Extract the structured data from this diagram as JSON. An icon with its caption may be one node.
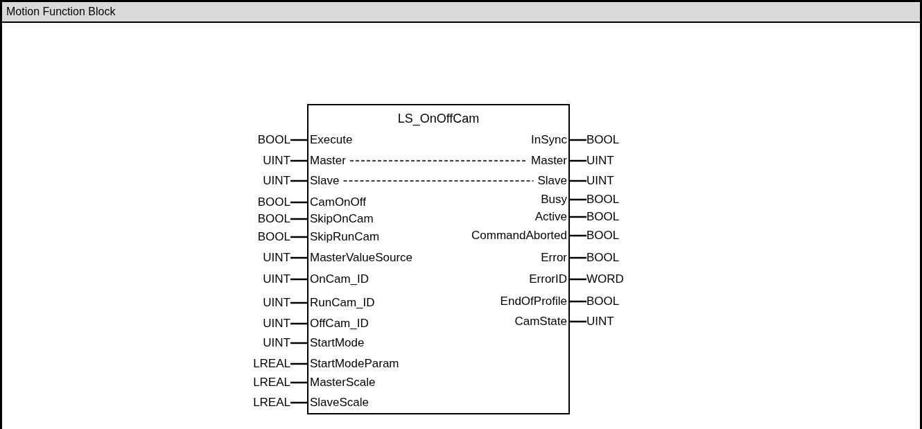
{
  "diagram": {
    "title": "Motion Function Block",
    "nodes": [
      {
        "text": [
          "LS_OnOffCam"
        ]
      },
      {
        "text": [
          "Execute"
        ],
        "in": 0
      },
      {
        "text": [
          "Master"
        ],
        "in": 0
      },
      {
        "text": [
          "Slave"
        ],
        "in": 0
      },
      {
        "text": [
          "CamOnOff"
        ],
        "in": 0
      },
      {
        "text": [
          "SkipOnCam"
        ],
        "in": 0
      },
      {
        "text": [
          "SkipRunCam"
        ],
        "in": 0
      },
      {
        "text": [
          "MasterValueSource"
        ],
        "in": 0
      },
      {
        "text": [
          "OnCam_ID"
        ],
        "in": 0
      },
      {
        "text": [
          "RunCam_ID"
        ],
        "in": 0
      },
      {
        "text": [
          "OffCam_ID"
        ],
        "in": 0
      },
      {
        "text": [
          "StartMode"
        ],
        "in": 0
      },
      {
        "text": [
          "StartModeParam"
        ],
        "in": 0
      },
      {
        "text": [
          "MasterScale"
        ],
        "in": 0
      },
      {
        "text": [
          "SlaveScale"
        ],
        "in": 0
      },
      {
        "text": [
          "InSync"
        ],
        "in": 0
      },
      {
        "text": [
          "Master"
        ],
        "in": 0
      },
      {
        "text": [
          "Slave"
        ],
        "in": 0
      },
      {
        "text": [
          "Busy"
        ],
        "in": 0
      },
      {
        "text": [
          "Active"
        ],
        "in": 0
      },
      {
        "text": [
          "CommandAborted"
        ],
        "in": 0
      },
      {
        "text": [
          "Error"
        ],
        "in": 0
      },
      {
        "text": [
          "ErrorID"
        ],
        "in": 0
      },
      {
        "text": [
          "EndOfProfile"
        ],
        "in": 0
      },
      {
        "text": [
          "CamState"
        ],
        "in": 0
      },
      {
        "text": [
          "BOOL"
        ]
      },
      {
        "text": [
          "UINT"
        ]
      },
      {
        "text": [
          "UINT"
        ]
      },
      {
        "text": [
          "BOOL"
        ]
      },
      {
        "text": [
          "BOOL"
        ]
      },
      {
        "text": [
          "BOOL"
        ]
      },
      {
        "text": [
          "UINT"
        ]
      },
      {
        "text": [
          "UINT"
        ]
      },
      {
        "text": [
          "UINT"
        ]
      },
      {
        "text": [
          "UINT"
        ]
      },
      {
        "text": [
          "UINT"
        ]
      },
      {
        "text": [
          "LREAL"
        ]
      },
      {
        "text": [
          "LREAL"
        ]
      },
      {
        "text": [
          "LREAL"
        ]
      },
      {
        "text": [
          "BOOL"
        ]
      },
      {
        "text": [
          "UINT"
        ]
      },
      {
        "text": [
          "UINT"
        ]
      },
      {
        "text": [
          "BOOL"
        ]
      },
      {
        "text": [
          "BOOL"
        ]
      },
      {
        "text": [
          "BOOL"
        ]
      },
      {
        "text": [
          "BOOL"
        ]
      },
      {
        "text": [
          "WORD"
        ]
      },
      {
        "text": [
          "BOOL"
        ]
      },
      {
        "text": [
          "UINT"
        ]
      }
    ],
    "edges": [
      {
        "from": 25,
        "to": 1,
        "arrow": "none"
      },
      {
        "from": 26,
        "to": 2,
        "arrow": "none"
      },
      {
        "from": 27,
        "to": 3,
        "arrow": "none"
      },
      {
        "from": 28,
        "to": 4,
        "arrow": "none"
      },
      {
        "from": 29,
        "to": 5,
        "arrow": "none"
      },
      {
        "from": 30,
        "to": 6,
        "arrow": "none"
      },
      {
        "from": 31,
        "to": 7,
        "arrow": "none"
      },
      {
        "from": 32,
        "to": 8,
        "arrow": "none"
      },
      {
        "from": 33,
        "to": 9,
        "arrow": "none"
      },
      {
        "from": 34,
        "to": 10,
        "arrow": "none"
      },
      {
        "from": 35,
        "to": 11,
        "arrow": "none"
      },
      {
        "from": 36,
        "to": 12,
        "arrow": "none"
      },
      {
        "from": 37,
        "to": 13,
        "arrow": "none"
      },
      {
        "from": 38,
        "to": 14,
        "arrow": "none"
      },
      {
        "from": 15,
        "to": 39,
        "arrow": "none"
      },
      {
        "from": 16,
        "to": 40,
        "arrow": "none"
      },
      {
        "from": 17,
        "to": 41,
        "arrow": "none"
      },
      {
        "from": 18,
        "to": 42,
        "arrow": "none"
      },
      {
        "from": 19,
        "to": 43,
        "arrow": "none"
      },
      {
        "from": 20,
        "to": 44,
        "arrow": "none"
      },
      {
        "from": 21,
        "to": 45,
        "arrow": "none"
      },
      {
        "from": 22,
        "to": 46,
        "arrow": "none"
      },
      {
        "from": 23,
        "to": 47,
        "arrow": "none"
      },
      {
        "from": 24,
        "to": 48,
        "arrow": "none"
      },
      {
        "from": 2,
        "to": 16,
        "arrow": "none",
        "style": "dashed"
      },
      {
        "from": 3,
        "to": 17,
        "arrow": "none",
        "style": "dashed"
      }
    ]
  }
}
